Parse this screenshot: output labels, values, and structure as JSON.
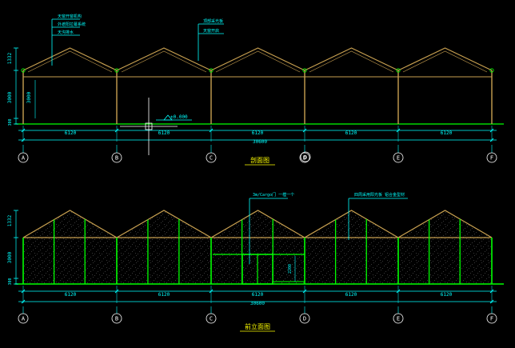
{
  "colors": {
    "background": "#000000",
    "structure": "#c8a050",
    "dimension": "#00ffff",
    "glass_frame": "#00ff00",
    "annotation": "#00ffff",
    "ground": "#00ff00",
    "bubble": "#ffffff",
    "cursor": "#ffffff",
    "title": "#ffff00"
  },
  "section": {
    "title": "剖面图",
    "bay_width_labels": [
      "6120",
      "6120",
      "6120",
      "6120",
      "6120"
    ],
    "total_width_label": "30600",
    "elevation_mark": "±0.000",
    "height_labels": [
      "1332",
      "3000",
      "300"
    ],
    "wall_height_label": "3000",
    "callouts_left": [
      "天窗开窗机构",
      "外遮阳拉幕系统",
      "天沟排水"
    ],
    "callouts_right": [
      "顶部采光板",
      "天窗开启"
    ]
  },
  "elevation": {
    "title": "前立面图",
    "bay_width_labels": [
      "6120",
      "6120",
      "6120",
      "6120",
      "6120"
    ],
    "total_width_label": "30600",
    "height_labels": [
      "1332",
      "3000",
      "300"
    ],
    "door_height_label": "2200",
    "door_callout": "3m/Cargo门 一樘一个",
    "cladding_callout": "四周采用阳光板 铝合金型材"
  },
  "axis_labels": [
    "A",
    "B",
    "C",
    "D",
    "E",
    "F"
  ],
  "center_marker_label": "D"
}
